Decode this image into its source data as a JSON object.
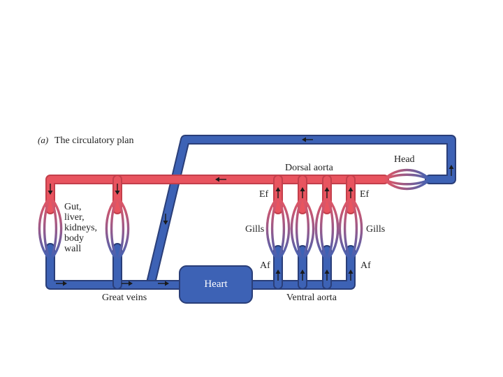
{
  "title": {
    "panel": "(a)",
    "text": "The circulatory plan"
  },
  "labels": {
    "head": "Head",
    "dorsal_aorta": "Dorsal aorta",
    "gut_liver": "Gut,\nliver,\nkidneys,\nbody\nwall",
    "ef_left": "Ef",
    "ef_right": "Ef",
    "gills_left": "Gills",
    "gills_right": "Gills",
    "af_left": "Af",
    "af_right": "Af",
    "heart": "Heart",
    "great_veins": "Great veins",
    "ventral_aorta": "Ventral aorta"
  },
  "colors": {
    "oxygenated": "#e8545f",
    "deoxygenated": "#3d62b5",
    "outline": "#2a3e78",
    "arrow": "#1a1a1a"
  }
}
